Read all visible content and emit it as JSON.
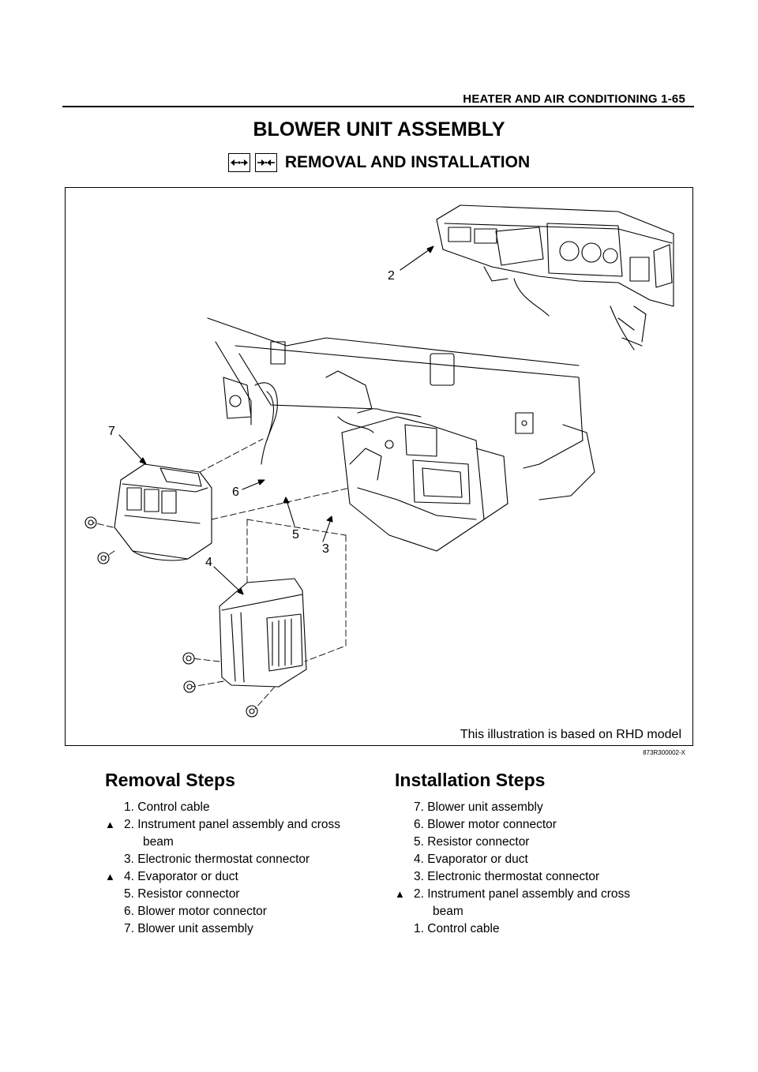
{
  "header": {
    "section_title": "HEATER AND AIR CONDITIONING  1-65"
  },
  "page_title": "BLOWER UNIT ASSEMBLY",
  "section_heading": {
    "text": "REMOVAL AND INSTALLATION",
    "icons": [
      "removal-arrows-icon",
      "installation-arrows-icon"
    ]
  },
  "figure": {
    "caption": "This illustration is based on RHD model",
    "code": "873R300002-X",
    "callouts": [
      "2",
      "7",
      "6",
      "5",
      "3",
      "4"
    ]
  },
  "removal": {
    "heading": "Removal Steps",
    "steps": [
      {
        "num": "1.",
        "text": "Control cable",
        "mark": "",
        "cont": ""
      },
      {
        "num": "2.",
        "text": "Instrument panel assembly and cross",
        "mark": "▲",
        "cont": "beam"
      },
      {
        "num": "3.",
        "text": "Electronic thermostat connector",
        "mark": "",
        "cont": ""
      },
      {
        "num": "4.",
        "text": "Evaporator or duct",
        "mark": "▲",
        "cont": ""
      },
      {
        "num": "5.",
        "text": "Resistor connector",
        "mark": "",
        "cont": ""
      },
      {
        "num": "6.",
        "text": "Blower motor connector",
        "mark": "",
        "cont": ""
      },
      {
        "num": "7.",
        "text": "Blower unit assembly",
        "mark": "",
        "cont": ""
      }
    ]
  },
  "installation": {
    "heading": "Installation Steps",
    "steps": [
      {
        "num": "7.",
        "text": "Blower unit assembly",
        "mark": "",
        "cont": ""
      },
      {
        "num": "6.",
        "text": "Blower motor connector",
        "mark": "",
        "cont": ""
      },
      {
        "num": "5.",
        "text": "Resistor connector",
        "mark": "",
        "cont": ""
      },
      {
        "num": "4.",
        "text": "Evaporator or duct",
        "mark": "",
        "cont": ""
      },
      {
        "num": "3.",
        "text": "Electronic thermostat connector",
        "mark": "",
        "cont": ""
      },
      {
        "num": "2.",
        "text": "Instrument panel assembly and cross",
        "mark": "▲",
        "cont": "beam"
      },
      {
        "num": "1.",
        "text": "Control cable",
        "mark": "",
        "cont": ""
      }
    ]
  }
}
